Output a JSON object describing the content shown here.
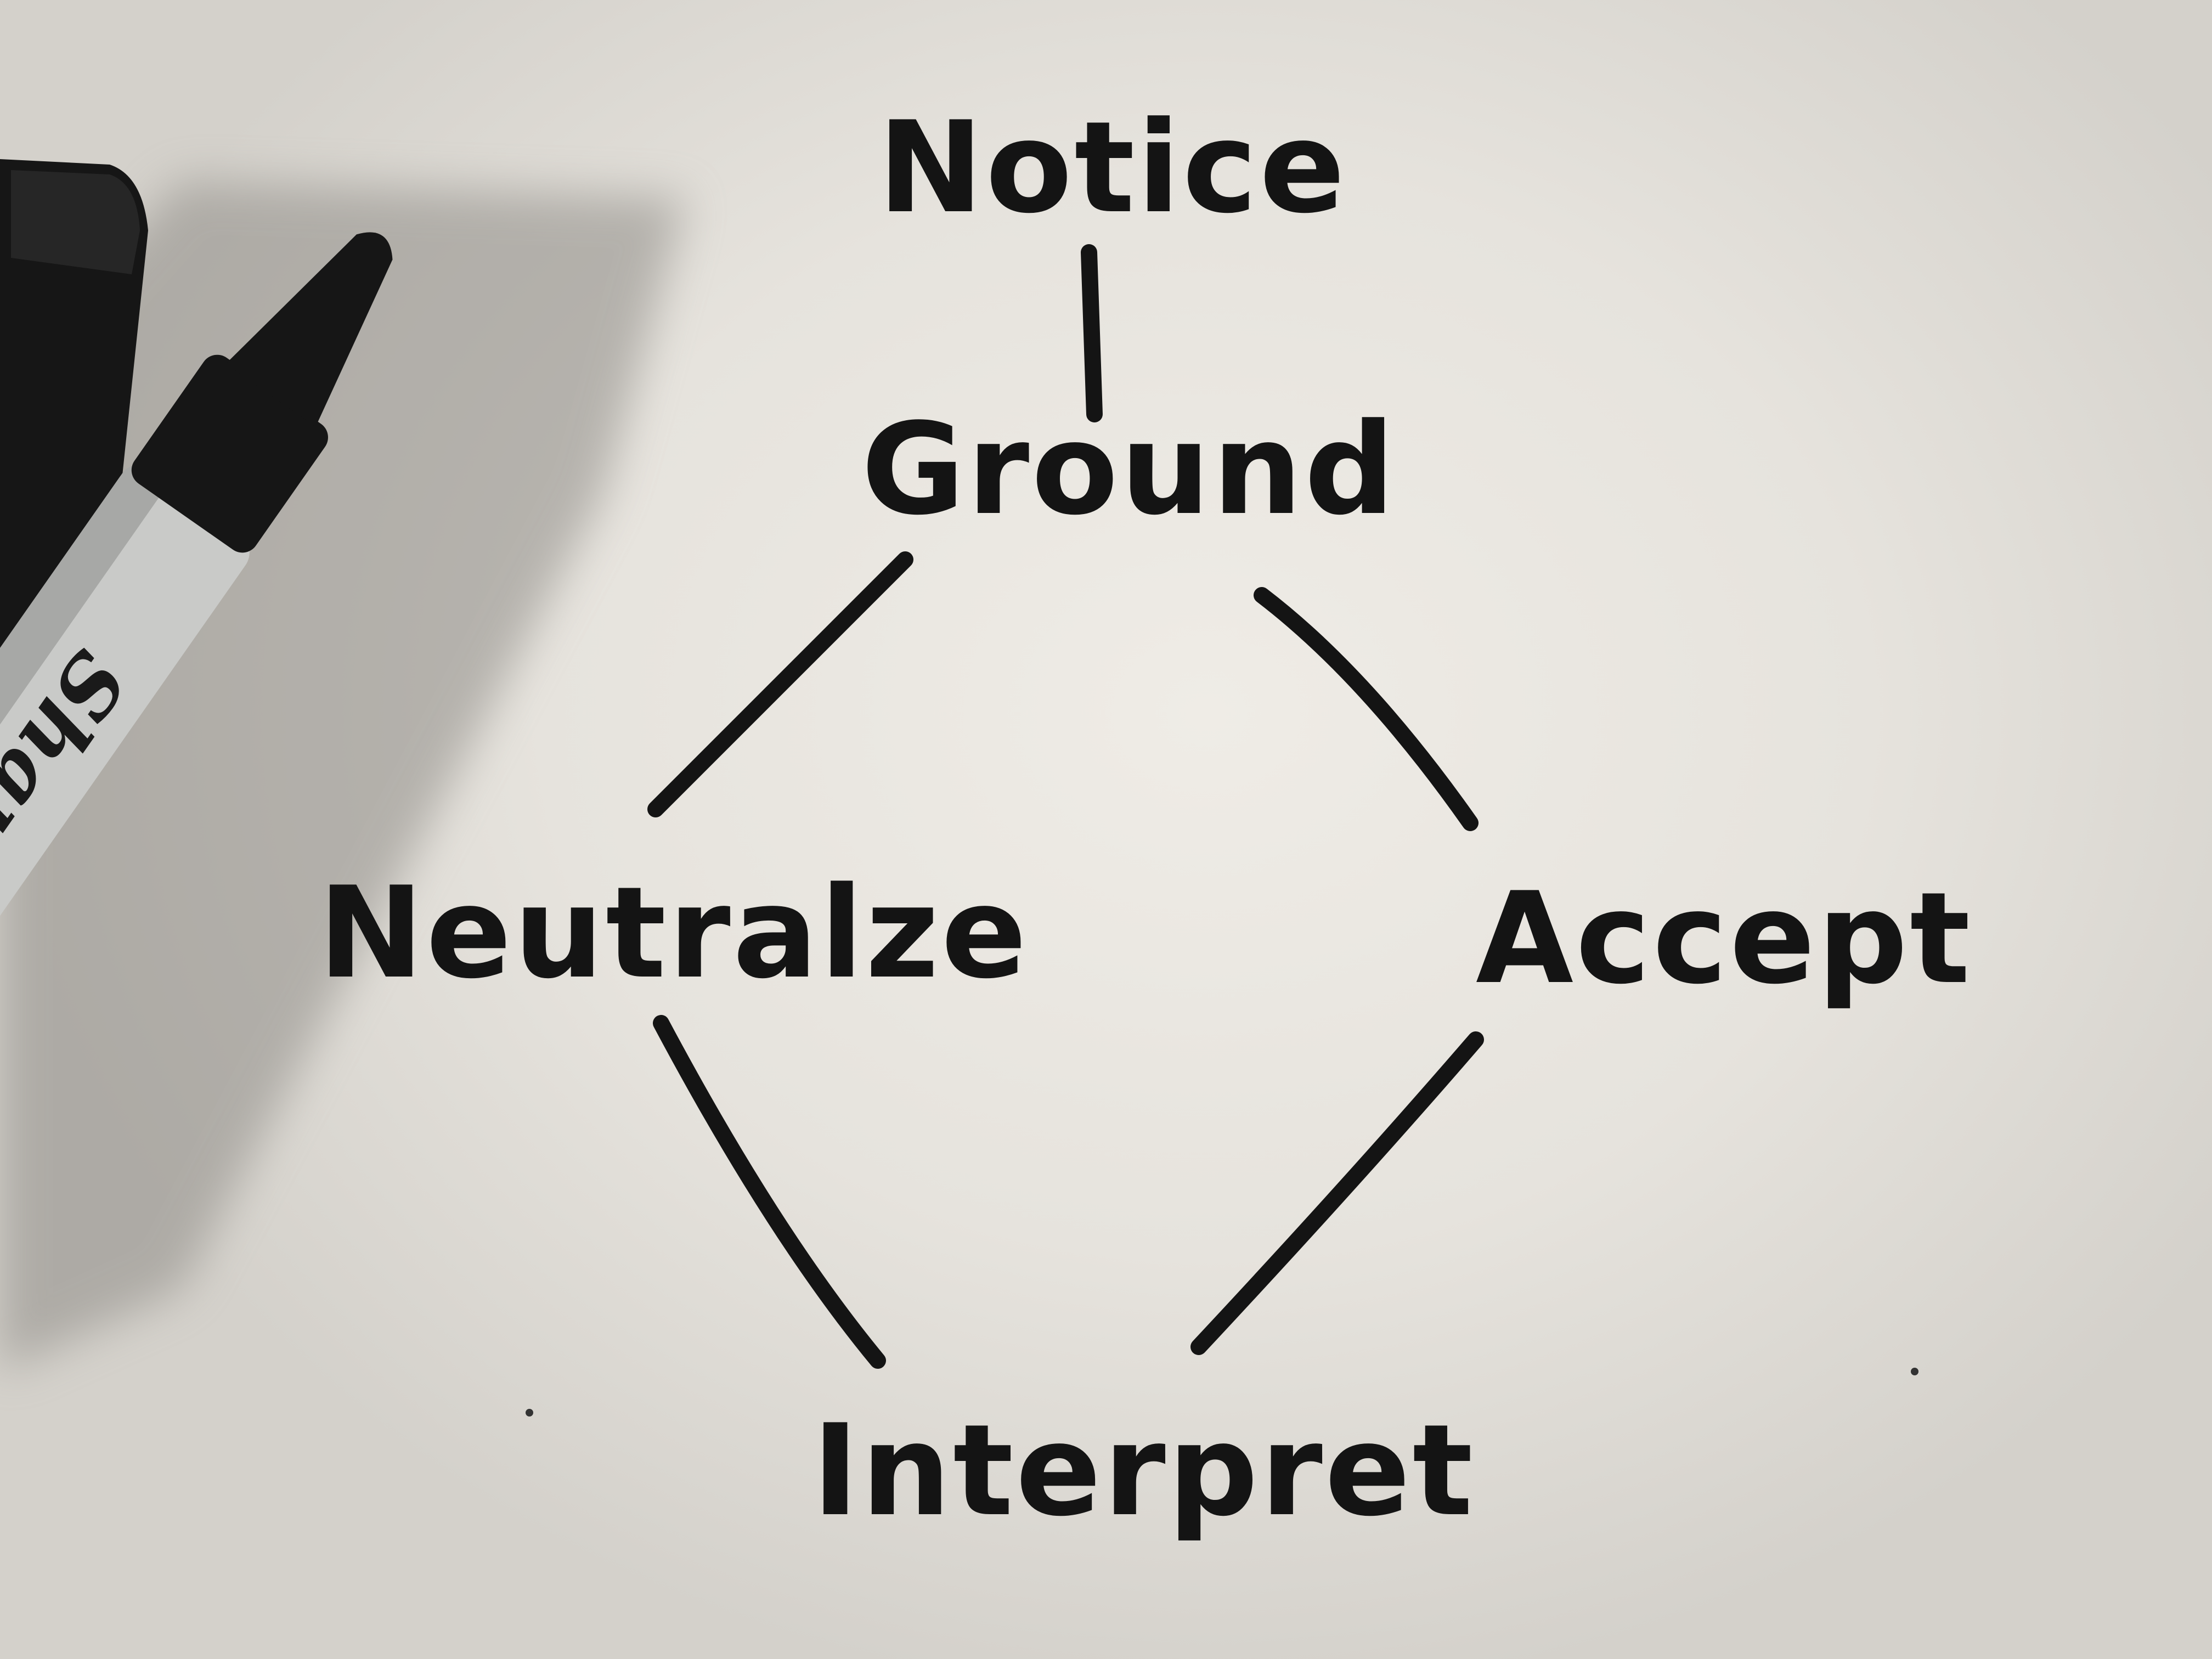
{
  "diagram": {
    "nodes": [
      {
        "id": "notice",
        "label": "Notice"
      },
      {
        "id": "ground",
        "label": "Ground"
      },
      {
        "id": "neutralize",
        "label": "Neutralze"
      },
      {
        "id": "accept",
        "label": "Accept"
      },
      {
        "id": "interpret",
        "label": "Interpret"
      }
    ],
    "edges": [
      {
        "from": "notice",
        "to": "ground"
      },
      {
        "from": "ground",
        "to": "neutralize"
      },
      {
        "from": "ground",
        "to": "accept"
      },
      {
        "from": "neutralize",
        "to": "interpret"
      },
      {
        "from": "accept",
        "to": "interpret"
      }
    ],
    "ink_color": "#141414",
    "paper_color": "#ebe8e2"
  },
  "marker": {
    "brand": "Sharpi",
    "body_color": "#c9cac8",
    "cap_color": "#161616"
  }
}
